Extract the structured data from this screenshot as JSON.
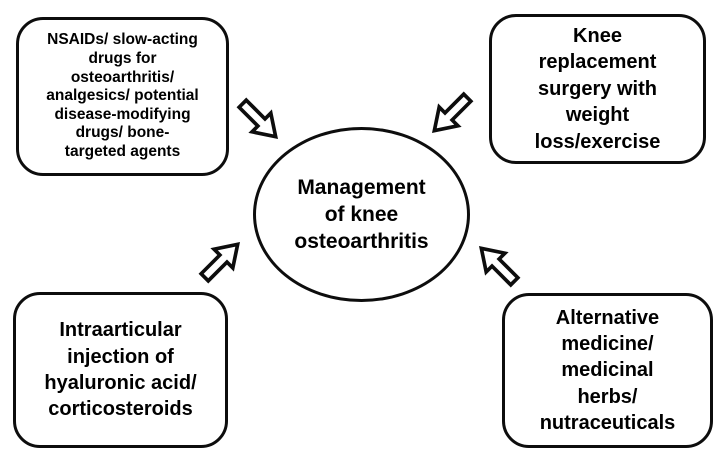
{
  "diagram": {
    "center": {
      "label": "Management\nof knee\nosteoarthritis"
    },
    "boxes": [
      {
        "position": "top-left",
        "label": "NSAIDs/ slow-acting\ndrugs for\nosteoarthritis/\nanalgesics/ potential\ndisease-modifying\ndrugs/ bone-\ntargeted agents"
      },
      {
        "position": "top-right",
        "label": "Knee\nreplacement\nsurgery with\nweight\nloss/exercise"
      },
      {
        "position": "bottom-left",
        "label": "Intraarticular\ninjection of\nhyaluronic acid/\ncorticosteroids"
      },
      {
        "position": "bottom-right",
        "label": "Alternative\nmedicine/\nmedicinal\nherbs/\nnutraceuticals"
      }
    ],
    "arrows": [
      {
        "position": "top-left",
        "direction": "southeast"
      },
      {
        "position": "top-right",
        "direction": "southwest"
      },
      {
        "position": "bottom-left",
        "direction": "northeast"
      },
      {
        "position": "bottom-right",
        "direction": "northwest"
      }
    ],
    "colors": {
      "stroke": "#0d0d0d",
      "fill": "#ffffff",
      "text": "#000000",
      "background": "#ffffff"
    }
  }
}
